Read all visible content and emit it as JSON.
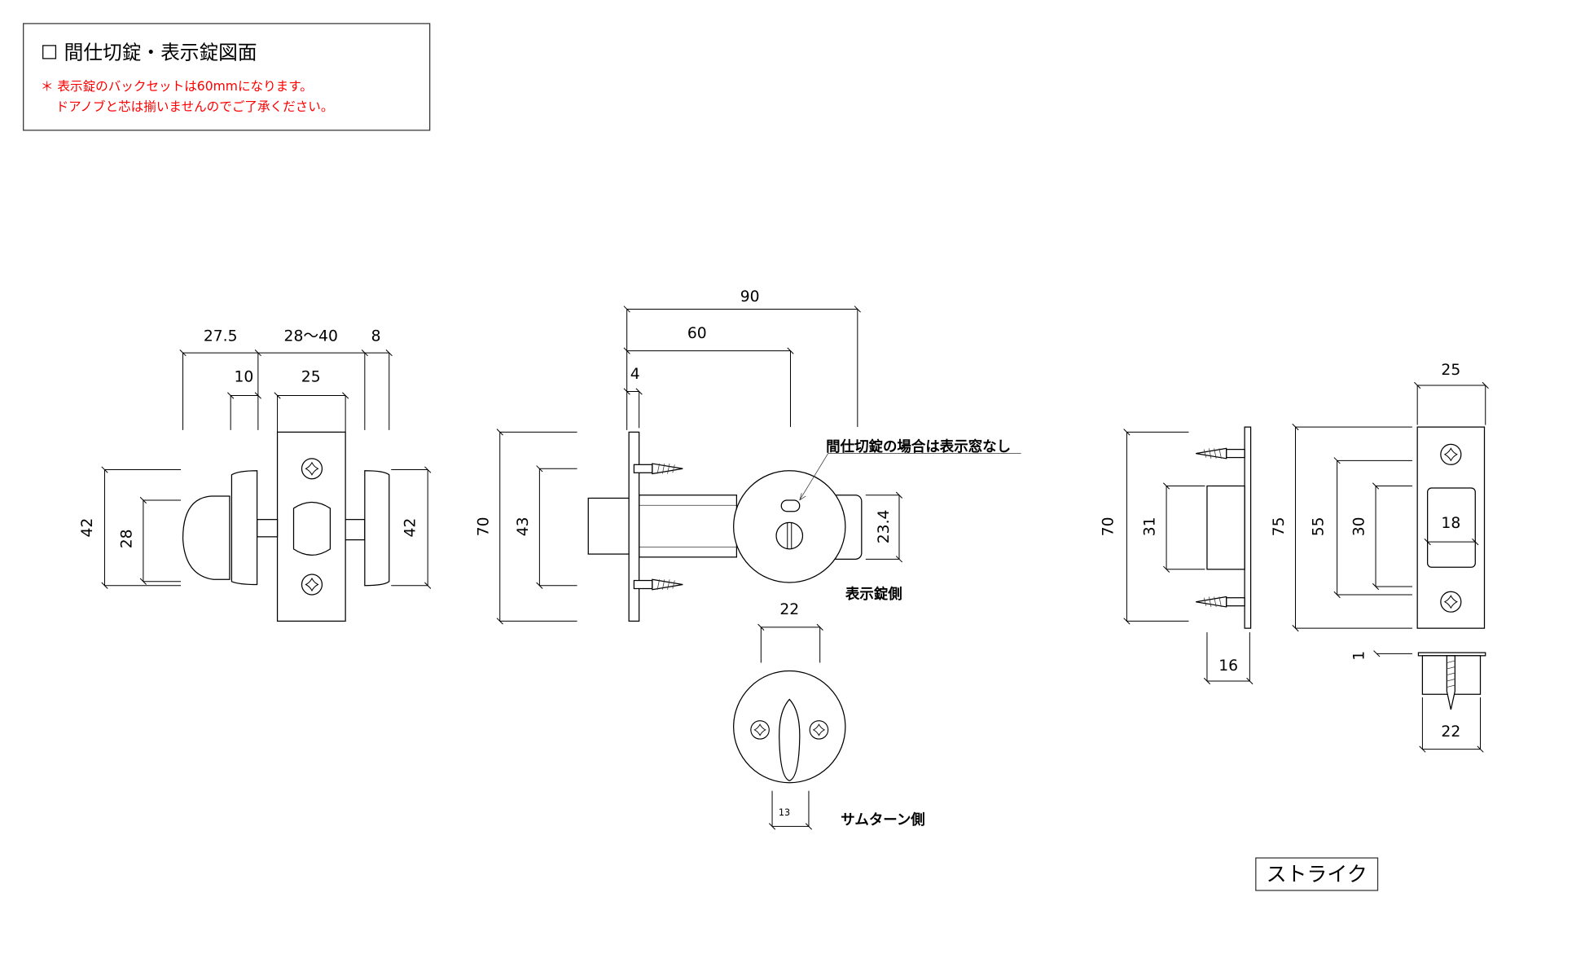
{
  "header": {
    "title": "☐ 間仕切錠・表示錠図面",
    "note_line1": "＊ 表示錠のバックセットは60mmになります。",
    "note_line2": "ドアノブと芯は揃いませんのでご了承ください。"
  },
  "left_view": {
    "dims": {
      "a": "27.5",
      "b": "28〜40",
      "c": "8",
      "d": "10",
      "e": "25",
      "f": "42",
      "g": "28",
      "h": "42"
    }
  },
  "center_view": {
    "dims": {
      "a": "90",
      "b": "60",
      "c": "4",
      "d": "70",
      "e": "43",
      "f": "23.4",
      "g": "22",
      "h": "13"
    },
    "callout": "間仕切錠の場合は表示窓なし",
    "indicator_side_label": "表示錠側",
    "thumbturn_side_label": "サムターン側"
  },
  "strike_view": {
    "dims": {
      "a": "70",
      "b": "31",
      "c": "16",
      "d": "25",
      "e": "75",
      "f": "55",
      "g": "30",
      "h": "18",
      "i": "1",
      "j": "22"
    },
    "label": "ストライク"
  }
}
